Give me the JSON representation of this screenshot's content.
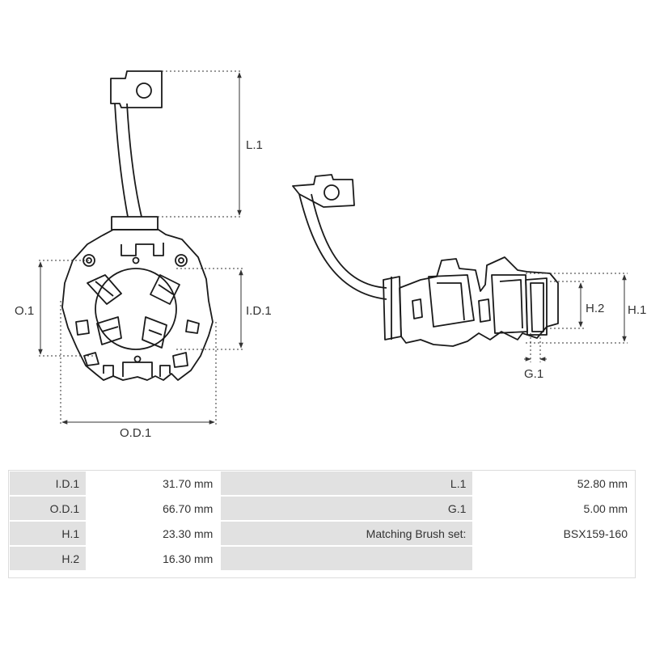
{
  "drawing": {
    "dimension_labels": {
      "l1": "L.1",
      "o1": "O.1",
      "id1": "I.D.1",
      "od1": "O.D.1",
      "h1": "H.1",
      "h2": "H.2",
      "g1": "G.1"
    }
  },
  "specs": {
    "rows": [
      {
        "label_a": "I.D.1",
        "value_a": "31.70 mm",
        "label_b": "L.1",
        "value_b": "52.80 mm"
      },
      {
        "label_a": "O.D.1",
        "value_a": "66.70 mm",
        "label_b": "G.1",
        "value_b": "5.00 mm"
      },
      {
        "label_a": "H.1",
        "value_a": "23.30 mm",
        "label_b": "Matching Brush set:",
        "value_b": "BSX159-160"
      },
      {
        "label_a": "H.2",
        "value_a": "16.30 mm",
        "label_b": "",
        "value_b": ""
      }
    ]
  },
  "colors": {
    "line": "#1a1a1a",
    "dimension_line": "#333333",
    "label_cell": "#e1e1e1"
  }
}
